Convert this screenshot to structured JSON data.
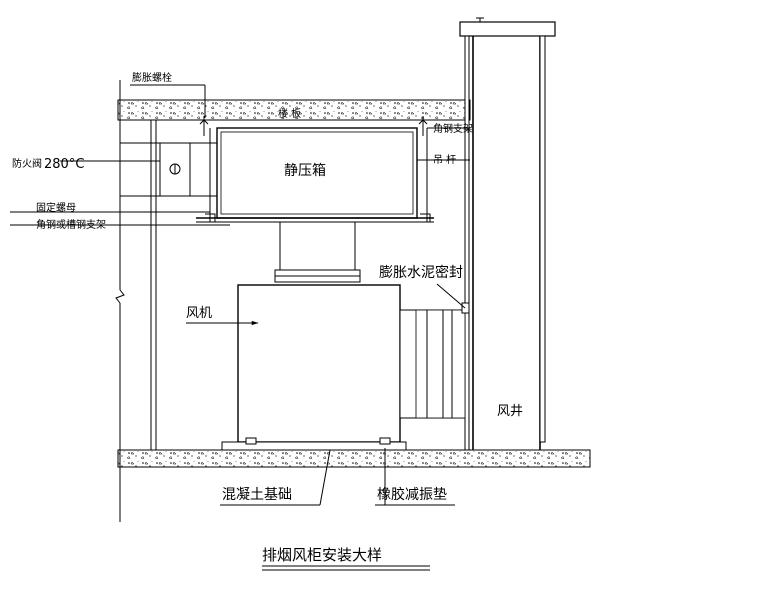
{
  "labels": {
    "expansion_bolt": "膨胀螺栓",
    "floor_slab": "楼    板",
    "angle_steel_bracket": "角钢支架",
    "hanger_rod": "吊    杆",
    "fire_damper": "防火阀",
    "fire_damper_temp": "280°C",
    "plenum_box": "静压箱",
    "fixing_nut": "固定螺母",
    "channel_bracket": "角钢或槽钢支架",
    "cement_seal": "膨胀水泥密封",
    "fan": "风机",
    "shaft": "风井",
    "concrete_base": "混凝土基础",
    "rubber_pad": "橡胶减振垫"
  },
  "title": "排烟风柜安装大样"
}
